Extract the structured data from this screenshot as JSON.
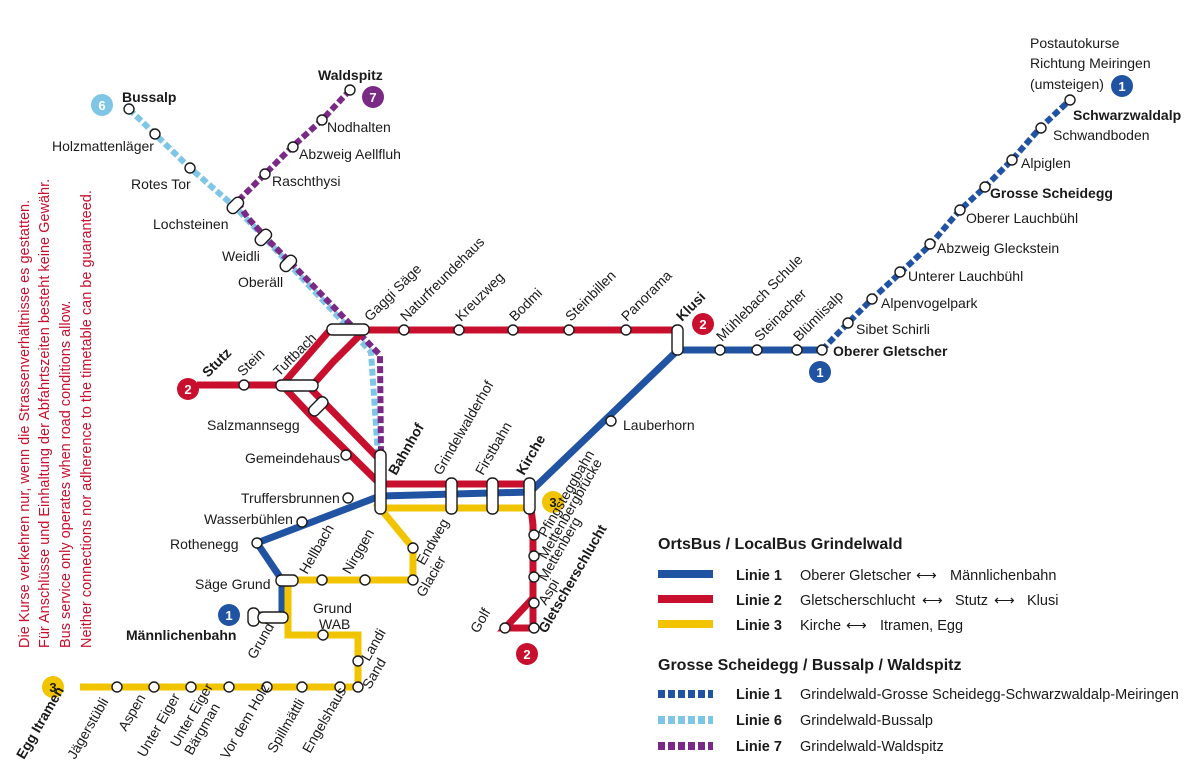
{
  "colors": {
    "line1": "#2153a3",
    "line2": "#c8102e",
    "line3": "#f2c400",
    "line6": "#7fc6e6",
    "line7": "#7a2a86",
    "note": "#c8102e"
  },
  "disclaimer": {
    "line1": "Die Kurse verkehren nur, wenn die Strassenverhältnisse es gestatten.",
    "line2": "Für Anschlüsse und Einhaltung der Abfahrtszeiten besteht keine Gewähr.",
    "line3": "Bus service only operates when road conditions allow.",
    "line4": "Neither connections nor adherence to the timetable can be guaranteed."
  },
  "postauto": {
    "line1": "Postautokurse",
    "line2": "Richtung Meiringen",
    "line3": "(umsteigen)"
  },
  "badges": {
    "b1": "1",
    "b2": "2",
    "b3": "3",
    "b6": "6",
    "b7": "7"
  },
  "stations": {
    "schwarzwaldalp": "Schwarzwaldalp",
    "schwandboden": "Schwandboden",
    "alpiglen": "Alpiglen",
    "grosse_scheidegg": "Grosse Scheidegg",
    "oberer_lauchbuehl": "Oberer Lauchbühl",
    "abzweig_gleckstein": "Abzweig Gleckstein",
    "unterer_lauchbuehl": "Unterer Lauchbühl",
    "alpenvogelpark": "Alpenvogelpark",
    "sibet_schirli": "Sibet Schirli",
    "oberer_gletscher": "Oberer Gletscher",
    "bluemlisalp": "Blümlisalp",
    "steinacher": "Steinacher",
    "muehlebach_schule": "Mühlebach Schule",
    "klusi": "Klusi",
    "panorama": "Panorama",
    "steinbillen": "Steinbillen",
    "bodmi": "Bodmi",
    "kreuzweg": "Kreuzweg",
    "naturfreundehaus": "Naturfreundehaus",
    "gaggi_saege": "Gaggi Säge",
    "lauberhorn": "Lauberhorn",
    "waldspitz": "Waldspitz",
    "nodhalten": "Nodhalten",
    "abzweig_aellfluh": "Abzweig Aellfluh",
    "raschthysi": "Raschthysi",
    "bussalp": "Bussalp",
    "holzmattenlaeger": "Holzmattenläger",
    "rotes_tor": "Rotes Tor",
    "lochsteinen": "Lochsteinen",
    "weidli": "Weidli",
    "oberaell": "Oberäll",
    "stutz": "Stutz",
    "stein": "Stein",
    "tuftbach": "Tuftbach",
    "salzmannsegg": "Salzmannsegg",
    "gemeindehaus": "Gemeindehaus",
    "bahnhof": "Bahnhof",
    "grindelwalderhof": "Grindelwalderhof",
    "firstbahn": "Firstbahn",
    "kirche": "Kirche",
    "pfingsteggbahn": "Pfingsteggbahn",
    "mettenbergbruecke": "Mettenbergbrücke",
    "mettenberg": "Mettenberg",
    "aspi": "Aspi",
    "gletscherschlucht": "Gletscherschlucht",
    "golf": "Golf",
    "truffersbrunnen": "Truffersbrunnen",
    "wasserbuehlen": "Wasserbühlen",
    "rothenegg": "Rothenegg",
    "saege_grund": "Säge Grund",
    "maennlichenbahn": "Männlichenbahn",
    "grund": "Grund",
    "grund_wab1": "Grund",
    "grund_wab2": "WAB",
    "hellbach": "Hellbach",
    "nirggen": "Nirggen",
    "endweg": "Endweg",
    "glacier": "Glacier",
    "landi": "Landi",
    "sand": "Sand",
    "engelshaus": "Engelshaus",
    "spillmaettli": "Spillmättli",
    "vor_dem_holz": "Vor dem Holz",
    "unter_eiger_baergman1": "Unter Eiger",
    "unter_eiger_baergman2": "Bärgman",
    "unter_eiger": "Unter Eiger",
    "aspen": "Aspen",
    "jaegerstuebli": "Jägerstübli",
    "egg_itramen": "Egg Itramen"
  },
  "legend": {
    "title_local": "OrtsBus / LocalBus Grindelwald",
    "title_regional": "Grosse Scheidegg / Bussalp / Waldspitz",
    "rows": [
      {
        "name": "Linie 1",
        "a": "Oberer Gletscher",
        "b": "Männlichenbahn",
        "c": ""
      },
      {
        "name": "Linie 2",
        "a": "Gletscherschlucht",
        "b": "Stutz",
        "c": "Klusi"
      },
      {
        "name": "Linie 3",
        "a": "Kirche",
        "b": "Itramen, Egg",
        "c": ""
      },
      {
        "name": "Linie 1",
        "desc": "Grindelwald-Grosse Scheidegg-Schwarzwaldalp-Meiringen"
      },
      {
        "name": "Linie 6",
        "desc": "Grindelwald-Bussalp"
      },
      {
        "name": "Linie 7",
        "desc": "Grindelwald-Waldspitz"
      }
    ]
  }
}
